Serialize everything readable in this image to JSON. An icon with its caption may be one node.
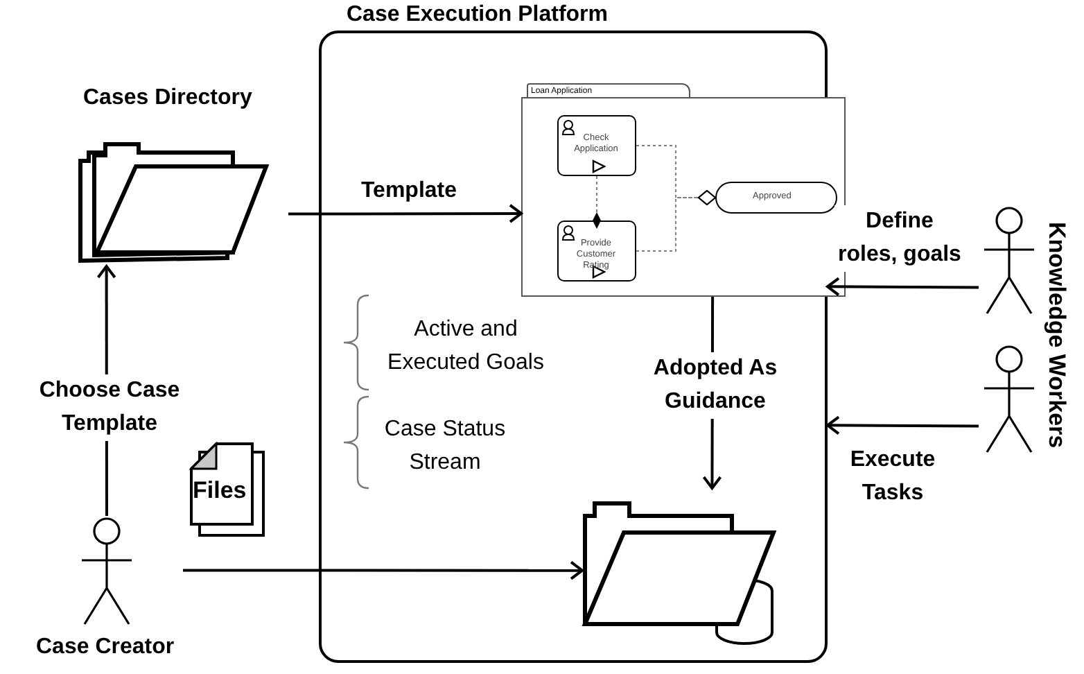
{
  "diagram": {
    "nodes": [
      {
        "text": [
          "Case Execution Platform"
        ]
      },
      {
        "text": [
          "Loan Application"
        ],
        "in": 0
      },
      {
        "text": [
          "Check Application"
        ],
        "in": 1
      },
      {
        "text": [
          "Provide Customer Rating"
        ],
        "in": 1
      },
      {
        "text": [
          "Approved"
        ],
        "in": 1
      },
      {
        "text": [],
        "shape": "folder",
        "in": 0
      },
      {
        "text": [
          "Cases Directory"
        ]
      },
      {
        "text": [
          "Files"
        ]
      },
      {
        "text": [],
        "shape": "person"
      },
      {
        "text": [],
        "shape": "person"
      },
      {
        "text": [
          "Case Creator"
        ]
      }
    ],
    "edges": [
      {
        "from": 10,
        "to": 6,
        "arrow": "to",
        "label": "Choose Case Template"
      },
      {
        "from": 6,
        "to": 1,
        "arrow": "to",
        "label": "Template"
      },
      {
        "from": 1,
        "to": 5,
        "arrow": "to",
        "label": "Adopted As Guidance"
      },
      {
        "from": 10,
        "to": 5,
        "arrow": "to"
      },
      {
        "from": 8,
        "to": 0,
        "arrow": "to",
        "label": "Define roles, goals"
      },
      {
        "from": 9,
        "to": 0,
        "arrow": "to",
        "label": "Execute Tasks"
      },
      {
        "from": 2,
        "to": 3,
        "arrow": "other",
        "style": "dashed",
        "color": "#808080"
      },
      {
        "from": 2,
        "to": 4,
        "arrow": "other",
        "style": "dashed",
        "color": "#808080"
      },
      {
        "from": 3,
        "to": 4,
        "arrow": "other",
        "style": "dashed",
        "color": "#808080"
      }
    ],
    "labels": [
      "Active and Executed Goals",
      "Case Status Stream",
      "Knowledge Workers"
    ]
  }
}
